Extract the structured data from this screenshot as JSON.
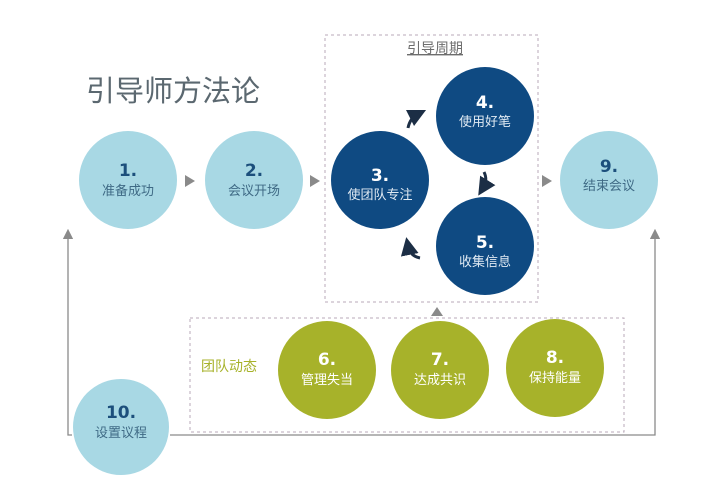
{
  "title": "引导师方法论",
  "cycle_label": "引导周期",
  "dynamics_label": "团队动态",
  "colors": {
    "light": "#a8d8e4",
    "dark": "#0f4a82",
    "olive": "#a7b22a",
    "title": "#5b6870",
    "arrow": "#8a8a8a"
  },
  "steps": [
    {
      "num": "1.",
      "label": "准备成功"
    },
    {
      "num": "2.",
      "label": "会议开场"
    },
    {
      "num": "3.",
      "label": "使团队专注"
    },
    {
      "num": "4.",
      "label": "使用好笔"
    },
    {
      "num": "5.",
      "label": "收集信息"
    },
    {
      "num": "6.",
      "label": "管理失当"
    },
    {
      "num": "7.",
      "label": "达成共识"
    },
    {
      "num": "8.",
      "label": "保持能量"
    },
    {
      "num": "9.",
      "label": "结束会议"
    },
    {
      "num": "10.",
      "label": "设置议程"
    }
  ]
}
